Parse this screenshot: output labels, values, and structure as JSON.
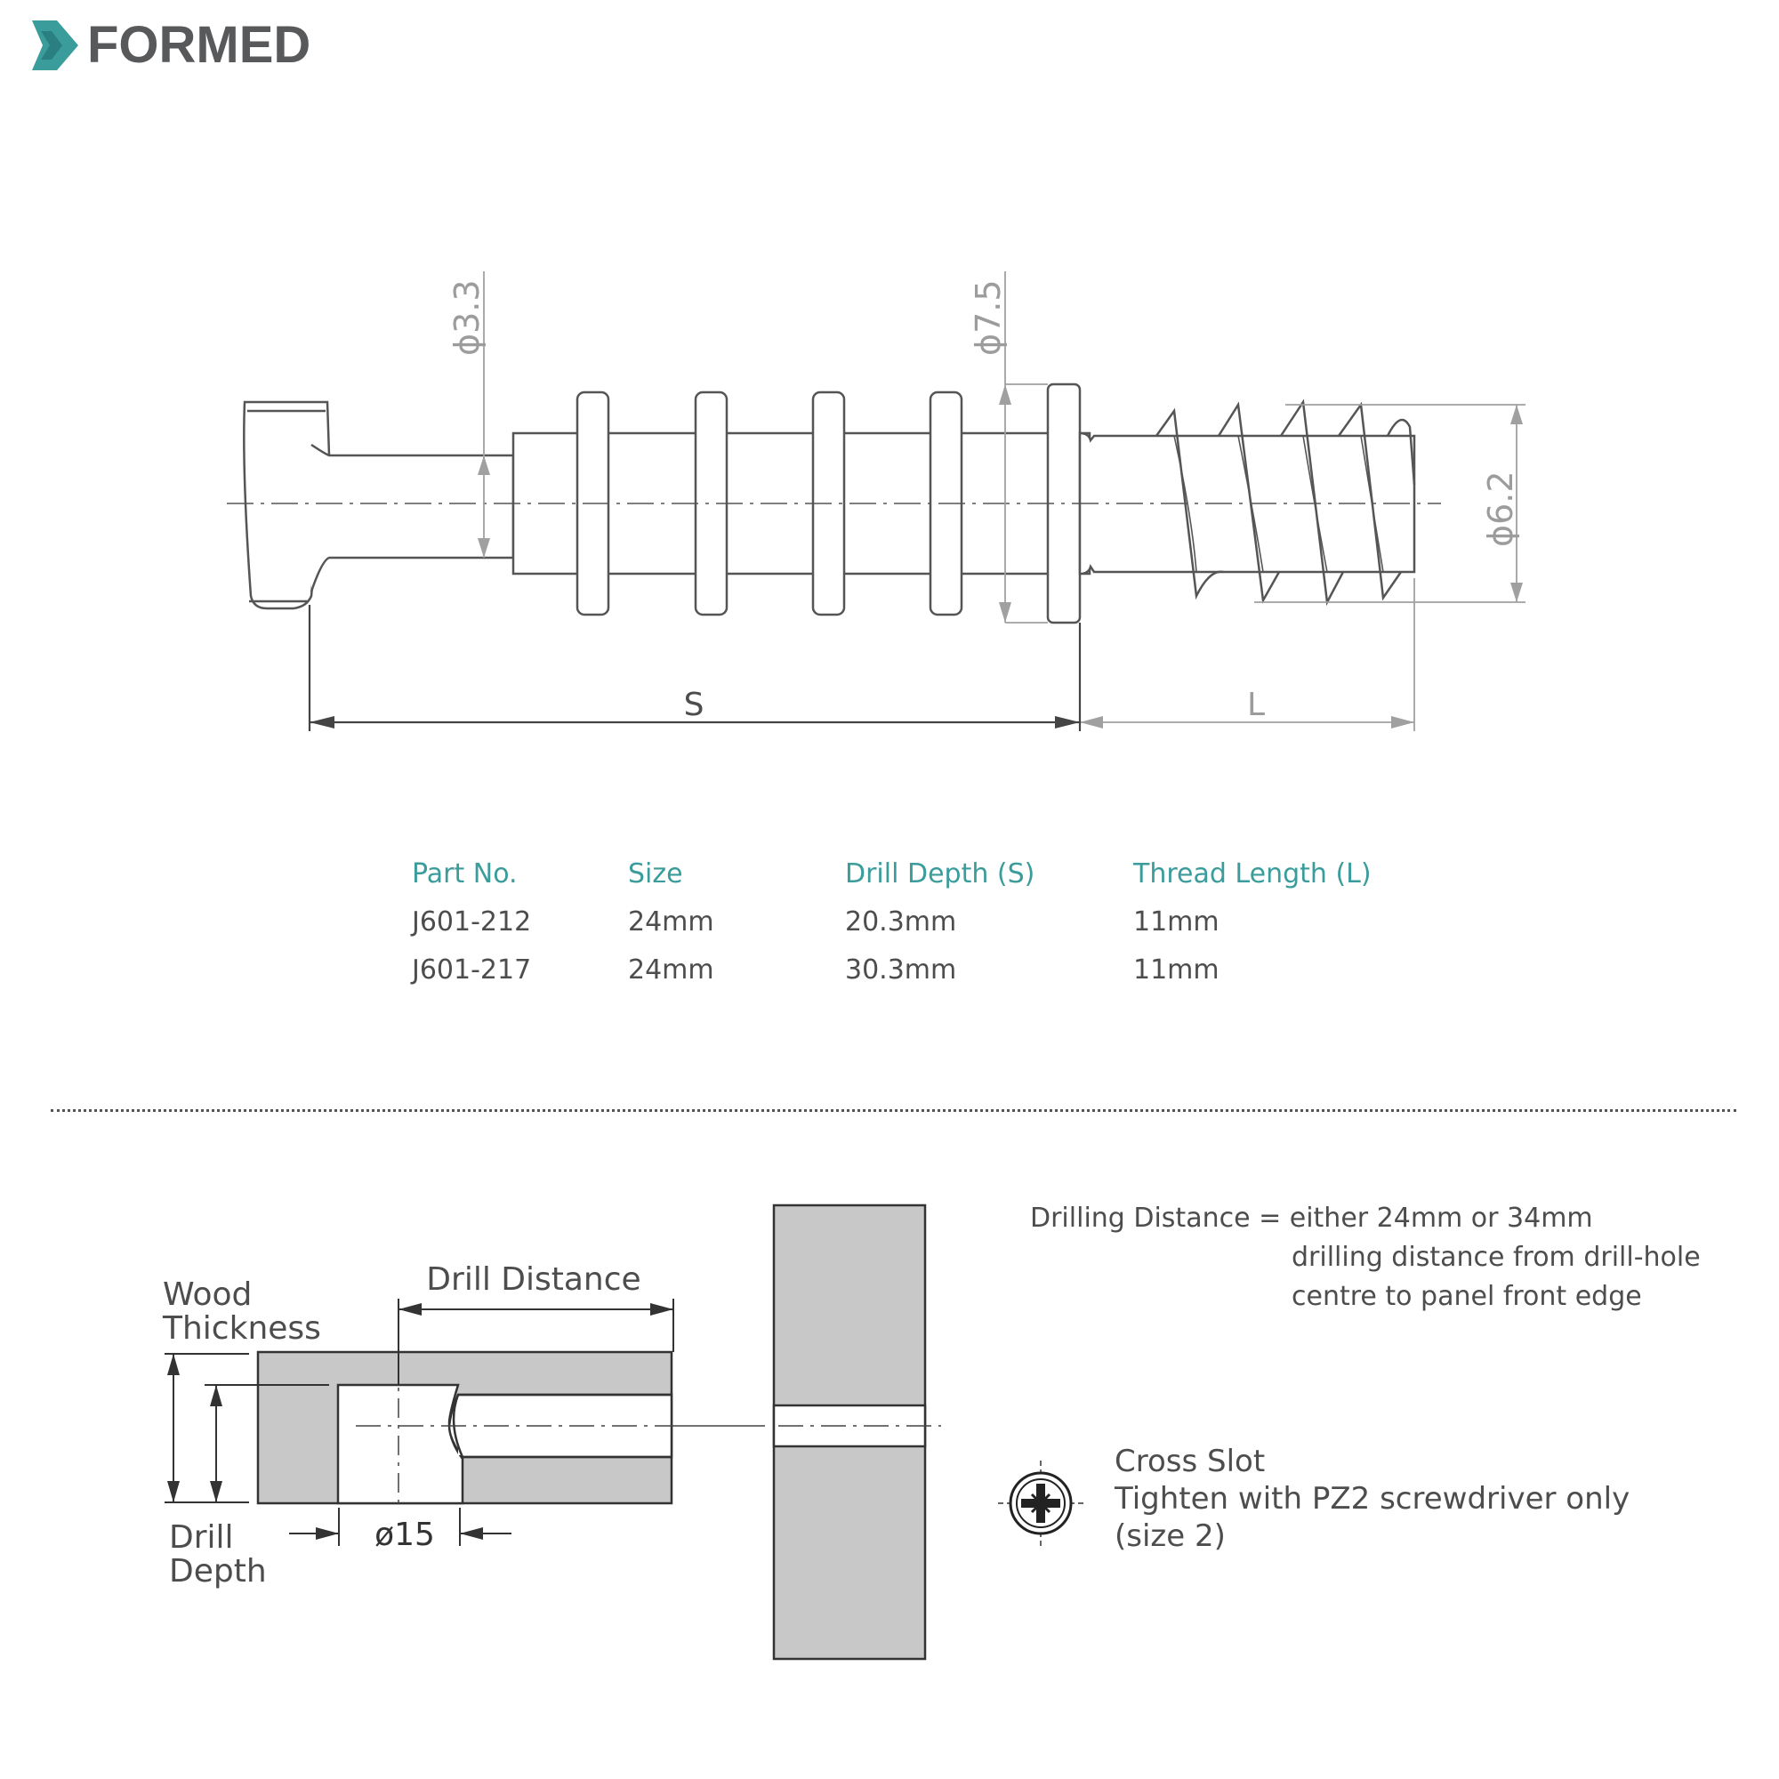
{
  "brand": {
    "name": "FORMED",
    "accent": "#3b9c9c",
    "text": "#58595b"
  },
  "diagram": {
    "dim_d1": "ϕ3.3",
    "dim_d2": "ϕ7.5",
    "dim_d3": "ϕ6.2",
    "dim_s": "S",
    "dim_l": "L"
  },
  "specs": {
    "headers": [
      "Part No.",
      "Size",
      "Drill Depth (S)",
      "Thread Length (L)"
    ],
    "rows": [
      [
        "J601-212",
        "24mm",
        "20.3mm",
        "11mm"
      ],
      [
        "J601-217",
        "24mm",
        "30.3mm",
        "11mm"
      ]
    ]
  },
  "install": {
    "drill_distance": "Drill Distance",
    "wood": "Wood",
    "thickness": "Thickness",
    "drill": "Drill",
    "depth": "Depth",
    "dia": "ø15"
  },
  "notes": {
    "drilling_line1": "Drilling Distance = either 24mm or 34mm",
    "drilling_line2": "drilling distance from drill-hole",
    "drilling_line3": "centre to panel front edge",
    "cross_title": "Cross Slot",
    "cross_line1": "Tighten with PZ2 screwdriver only",
    "cross_line2": "(size 2)"
  }
}
